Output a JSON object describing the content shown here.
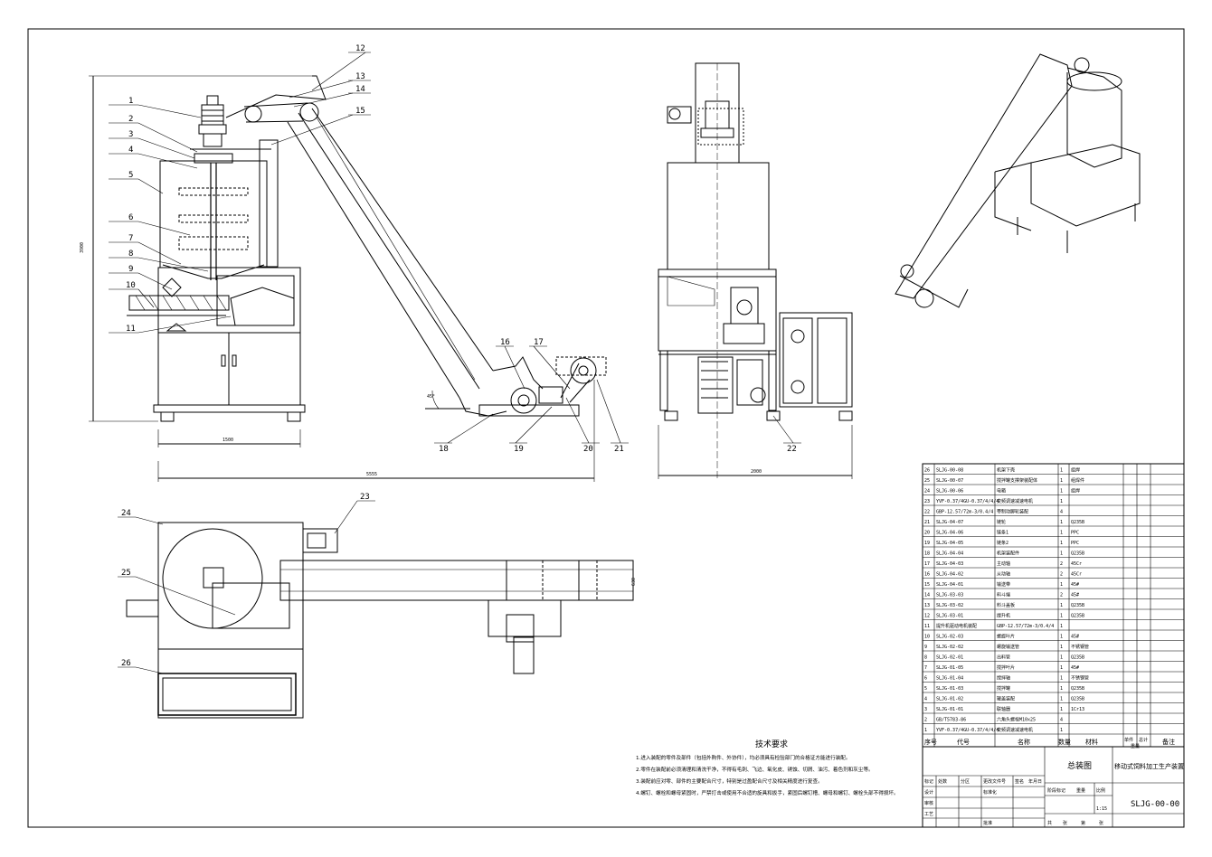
{
  "balloons": [
    "1",
    "2",
    "3",
    "4",
    "5",
    "6",
    "7",
    "8",
    "9",
    "10",
    "11",
    "12",
    "13",
    "14",
    "15",
    "16",
    "17",
    "18",
    "19",
    "20",
    "21",
    "22",
    "23",
    "24",
    "25",
    "26"
  ],
  "dimensions": {
    "overall_height": "3900",
    "front_width": "1500",
    "total_length": "5555",
    "side_width": "2000",
    "belt_width": "630",
    "incline_angle": "45°"
  },
  "tech_notes": {
    "title": "技术要求",
    "lines": [
      "1.进入装配的零件及部件（包括外购件、外协件），均必须具有检验部门的合格证方能进行装配。",
      "2.零件在装配前必须清理和清洗干净，不得有毛刺、飞边、氧化皮、锈蚀、切屑、油污、着色剂和灰尘等。",
      "3.装配前应对零、部件的主要配合尺寸，特别是过盈配合尺寸及相关精度进行复查。",
      "4.螺钉、螺栓和螺母紧固时，严禁打击或使用不合适的旋具和扳手，紧固后螺钉槽、螺母和螺钉、螺栓头部不得损坏。"
    ]
  },
  "bom": {
    "rows": [
      [
        "26",
        "SLJG-00-08",
        "机架下壳",
        "1",
        "组焊",
        ""
      ],
      [
        "25",
        "SLJG-00-07",
        "搅拌罐支撑架装配体",
        "1",
        "组焊件",
        ""
      ],
      [
        "24",
        "SLJG-00-06",
        "电箱",
        "1",
        "组焊",
        ""
      ],
      [
        "23",
        "YVF-0.37/4GU-0.37/4/4/4",
        "变频调速减速电机",
        "1",
        "",
        ""
      ],
      [
        "22",
        "GBP-12.57/72m-3/0.4/4",
        "带制动脚轮装配",
        "4",
        "",
        ""
      ],
      [
        "21",
        "SLJG-04-07",
        "链轮",
        "1",
        "Q235B",
        ""
      ],
      [
        "20",
        "SLJG-04-06",
        "链条1",
        "1",
        "PPC",
        ""
      ],
      [
        "19",
        "SLJG-04-05",
        "链条2",
        "1",
        "PPC",
        ""
      ],
      [
        "18",
        "SLJG-04-04",
        "机架装配件",
        "1",
        "Q235B",
        ""
      ],
      [
        "17",
        "SLJG-04-03",
        "主动轴",
        "2",
        "45Cr",
        ""
      ],
      [
        "16",
        "SLJG-04-02",
        "从动轴",
        "2",
        "45Cr",
        ""
      ],
      [
        "15",
        "SLJG-04-01",
        "输送带",
        "1",
        "45#",
        ""
      ],
      [
        "14",
        "SLJG-03-03",
        "料斗端",
        "2",
        "45#",
        ""
      ],
      [
        "13",
        "SLJG-03-02",
        "料斗盖板",
        "1",
        "Q235B",
        ""
      ],
      [
        "12",
        "SLJG-03-01",
        "提升机",
        "1",
        "Q235B",
        ""
      ],
      [
        "11",
        "提升机驱动电机装配",
        "GBP-12.57/72m-3/0.4/4",
        "1",
        "",
        ""
      ],
      [
        "10",
        "SLJG-02-03",
        "螺旋叶片",
        "1",
        "45#",
        ""
      ],
      [
        "9",
        "SLJG-02-02",
        "螺旋输送管",
        "1",
        "不锈钢管",
        ""
      ],
      [
        "8",
        "SLJG-02-01",
        "出料管",
        "1",
        "Q235B",
        ""
      ],
      [
        "7",
        "SLJG-01-05",
        "搅拌叶片",
        "1",
        "45#",
        ""
      ],
      [
        "6",
        "SLJG-01-04",
        "搅拌轴",
        "1",
        "不锈钢管",
        ""
      ],
      [
        "5",
        "SLJG-01-03",
        "搅拌罐",
        "1",
        "Q235B",
        ""
      ],
      [
        "4",
        "SLJG-01-02",
        "罐盖装配",
        "1",
        "Q235B",
        ""
      ],
      [
        "3",
        "SLJG-01-01",
        "联轴器",
        "1",
        "1Cr13",
        ""
      ],
      [
        "2",
        "GB/T5783-86",
        "六角头螺栓M10x25",
        "4",
        "",
        ""
      ],
      [
        "1",
        "YVF-0.37/4GU-0.37/4/4/4",
        "变频调速减速电机",
        "1",
        "",
        ""
      ]
    ],
    "header": [
      "序号",
      "代号",
      "名称",
      "数量",
      "材料",
      "单件",
      "总计",
      "备注"
    ],
    "weight_label": "重量"
  },
  "title_block": {
    "drawing_title": "总装图",
    "product_name": "移动式饲料加工生产装置",
    "drawing_no": "SLJG-00-00",
    "scale": "1:15",
    "labels": [
      "标记",
      "处数",
      "分区",
      "更改文件号",
      "签名",
      "年月日",
      "设计",
      "标准化",
      "审核",
      "工艺",
      "批准",
      "阶段标记",
      "重量",
      "比例",
      "共",
      "张",
      "第",
      "张"
    ]
  }
}
